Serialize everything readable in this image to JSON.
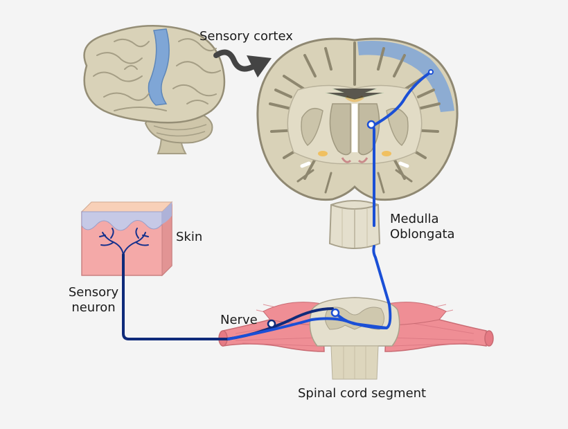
{
  "labels": {
    "sensory_cortex": "Sensory cortex",
    "skin": "Skin",
    "sensory_neuron_line1": "Sensory",
    "sensory_neuron_line2": "neuron",
    "nerve": "Nerve",
    "medulla_line1": "Medulla",
    "medulla_line2": "Oblongata",
    "spinal_cord_segment": "Spinal cord segment"
  },
  "colors": {
    "pathway_primary": "#1a4fd6",
    "pathway_secondary": "#0f2a7a",
    "brain_tissue": "#d9d2b8",
    "cortex_highlight": "#7fa6d6",
    "skin_dermis": "#f4a9a8",
    "skin_epidermis": "#c6c9e6",
    "nerve_tissue": "#ef8e95",
    "arrow": "#444444"
  },
  "icons": {
    "arrow": "curved-arrow-icon",
    "brain": "brain-lateral-icon",
    "coronal": "coronal-brain-icon"
  }
}
